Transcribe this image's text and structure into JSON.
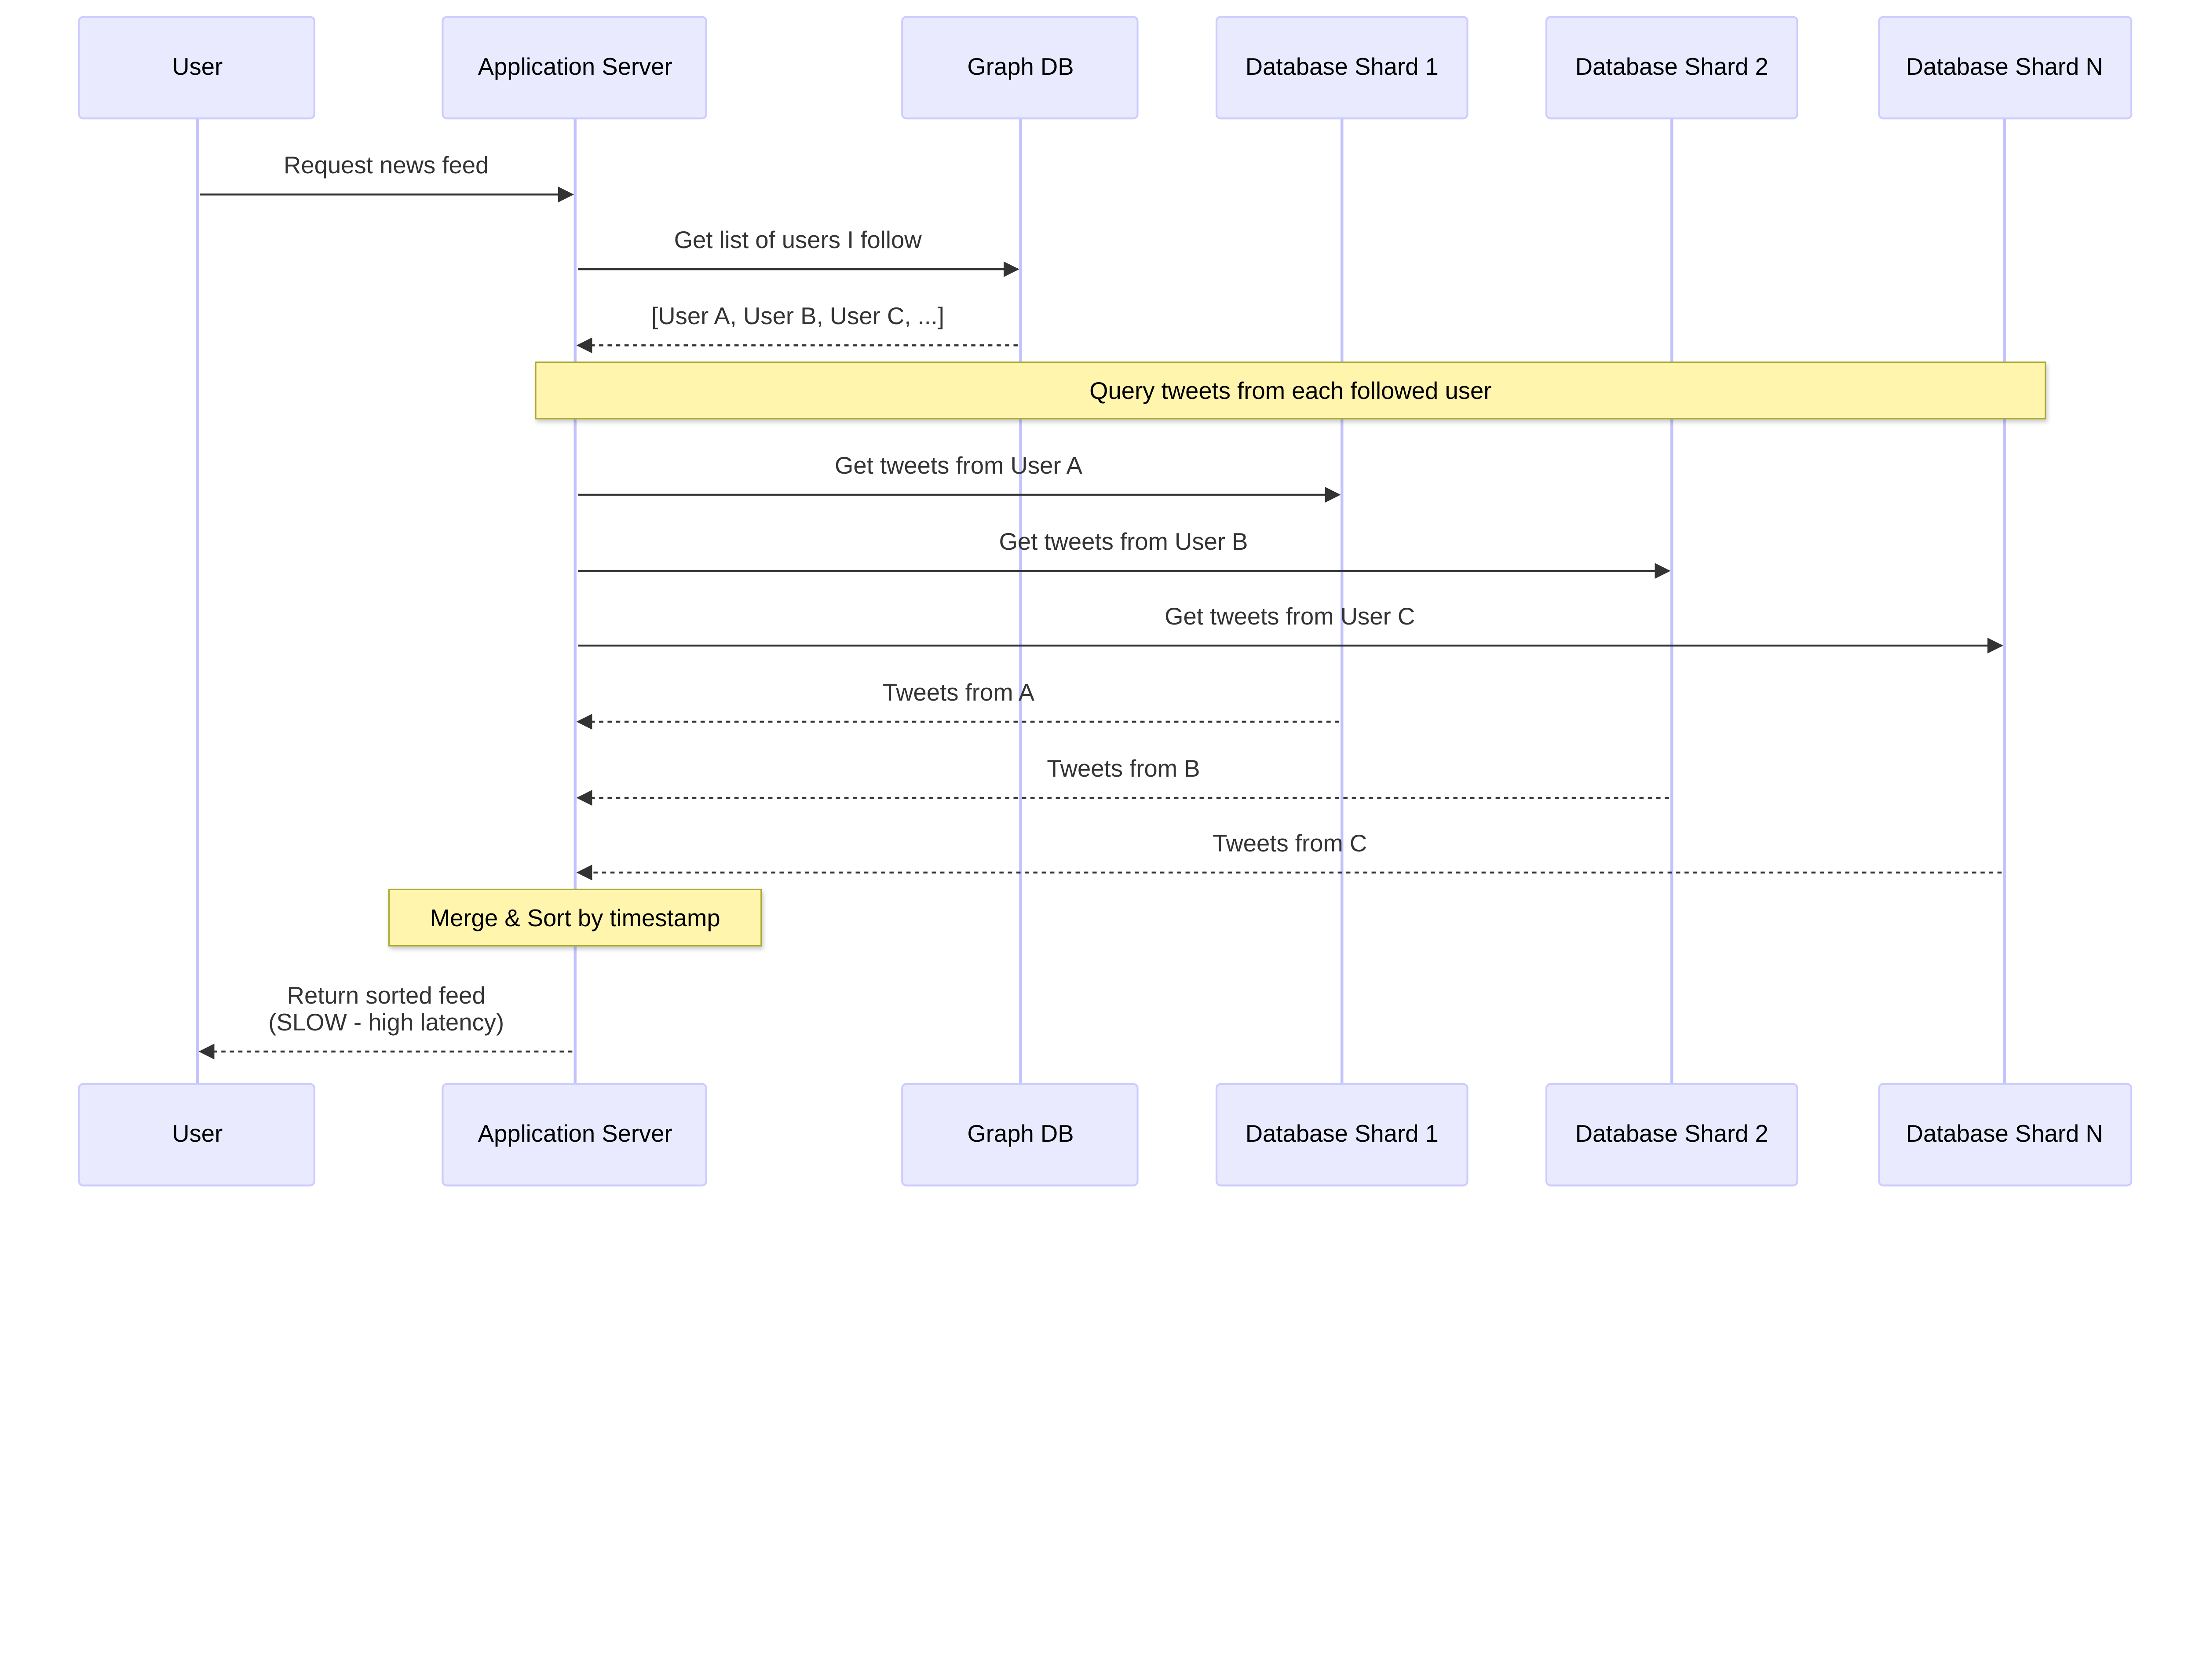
{
  "diagram": {
    "type": "sequence",
    "participants": [
      "User",
      "Application Server",
      "Graph DB",
      "Database Shard 1",
      "Database Shard 2",
      "Database Shard N"
    ],
    "messages": [
      {
        "from": 0,
        "to": 1,
        "text": [
          "Request news feed"
        ],
        "style": "solid"
      },
      {
        "from": 1,
        "to": 2,
        "text": [
          "Get list of users I follow"
        ],
        "style": "solid"
      },
      {
        "from": 2,
        "to": 1,
        "text": [
          "[User A, User B, User C, ...]"
        ],
        "style": "dashed"
      },
      {
        "from": 1,
        "to": 3,
        "text": [
          "Get tweets from User A"
        ],
        "style": "solid"
      },
      {
        "from": 1,
        "to": 4,
        "text": [
          "Get tweets from User B"
        ],
        "style": "solid"
      },
      {
        "from": 1,
        "to": 5,
        "text": [
          "Get tweets from User C"
        ],
        "style": "solid"
      },
      {
        "from": 3,
        "to": 1,
        "text": [
          "Tweets from A"
        ],
        "style": "dashed"
      },
      {
        "from": 4,
        "to": 1,
        "text": [
          "Tweets from B"
        ],
        "style": "dashed"
      },
      {
        "from": 5,
        "to": 1,
        "text": [
          "Tweets from C"
        ],
        "style": "dashed"
      },
      {
        "from": 1,
        "to": 0,
        "text": [
          "Return sorted feed",
          "(SLOW - high latency)"
        ],
        "style": "dashed"
      }
    ],
    "notes": [
      {
        "text": "Query tweets from each followed user",
        "over": [
          1,
          5
        ]
      },
      {
        "text": "Merge & Sort by timestamp",
        "over": [
          1
        ]
      }
    ],
    "colors": {
      "actor_fill": "#eaeaff",
      "actor_stroke": "#ccccff",
      "lifeline": "#c2c2ff",
      "arrow": "#333333",
      "note_fill": "#fff5ad",
      "note_stroke": "#aaaa33",
      "text": "#333333"
    }
  }
}
